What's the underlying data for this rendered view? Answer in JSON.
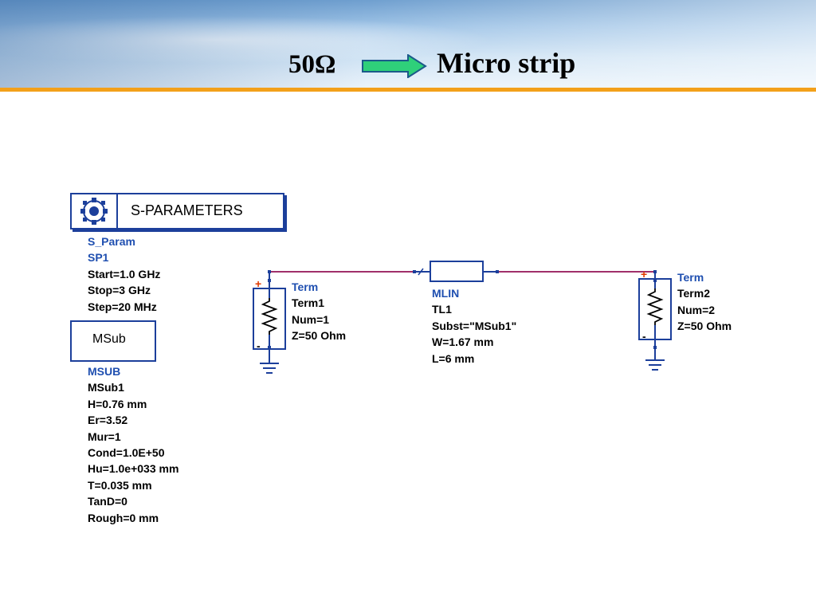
{
  "slide": {
    "title_left": "50Ω",
    "title_right": "Micro strip"
  },
  "sparam": {
    "box_title": "S-PARAMETERS",
    "lines": [
      "S_Param",
      "SP1",
      "Start=1.0 GHz",
      "Stop=3 GHz",
      "Step=20 MHz"
    ]
  },
  "msub": {
    "box_title": "MSub",
    "lines": [
      "MSUB",
      "MSub1",
      "H=0.76 mm",
      "Er=3.52",
      "Mur=1",
      "Cond=1.0E+50",
      "Hu=1.0e+033 mm",
      "T=0.035 mm",
      "TanD=0",
      "Rough=0 mm"
    ]
  },
  "term1": {
    "lines": [
      "Term",
      "Term1",
      "Num=1",
      "Z=50 Ohm"
    ],
    "plus": "+",
    "minus": "-"
  },
  "mlin": {
    "lines": [
      "MLIN",
      "TL1",
      "Subst=\"MSub1\"",
      "W=1.67 mm",
      "L=6 mm"
    ]
  },
  "term2": {
    "lines": [
      "Term",
      "Term2",
      "Num=2",
      "Z=50 Ohm"
    ],
    "plus": "+",
    "minus": "-"
  },
  "colors": {
    "wire": "#a0306a",
    "component": "#1c3f9b",
    "port_plus": "#e03a00",
    "header_rule": "#f3a01a",
    "arrow_fill": "#2fd07a"
  }
}
